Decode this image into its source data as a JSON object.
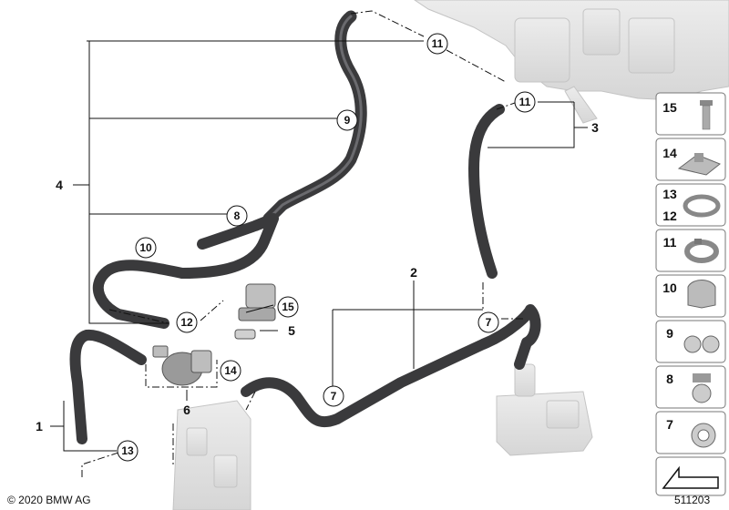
{
  "callouts": {
    "c11a": "11",
    "c11b": "11",
    "c9": "9",
    "c8": "8",
    "c10": "10",
    "c12": "12",
    "c15": "15",
    "c14": "14",
    "c13": "13",
    "c7a": "7",
    "c7b": "7"
  },
  "labels": {
    "l1": "1",
    "l2": "2",
    "l3": "3",
    "l4": "4",
    "l5": "5",
    "l6": "6"
  },
  "parts_panel": [
    {
      "label": "15",
      "icon": "bolt-icon"
    },
    {
      "label": "14",
      "icon": "clip-icon"
    },
    {
      "label": "13",
      "label2": "12",
      "icon": "hose-clamp-icon"
    },
    {
      "label": "11",
      "icon": "hose-clamp-icon"
    },
    {
      "label": "10",
      "icon": "holder-icon"
    },
    {
      "label": "9",
      "icon": "double-holder-icon"
    },
    {
      "label": "8",
      "icon": "holder-icon"
    },
    {
      "label": "7",
      "icon": "holder-icon"
    },
    {
      "label": "",
      "icon": "arrow-icon"
    }
  ],
  "footer": {
    "copyright": "© 2020 BMW AG",
    "diagram_number": "511203"
  },
  "colors": {
    "hose": "#3a3a3c",
    "hose_highlight": "#6a6a6e",
    "component": "#e2e2e2",
    "line": "#111111"
  }
}
